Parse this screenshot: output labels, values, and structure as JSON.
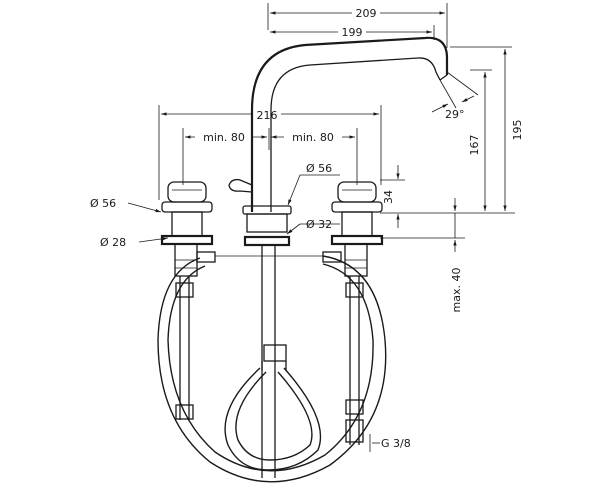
{
  "dimensions": {
    "d209": "209",
    "d199": "199",
    "d216": "216",
    "min80_left": "min. 80",
    "min80_right": "min. 80",
    "angle29": "29°",
    "h195": "195",
    "h167": "167",
    "h34": "34",
    "max40": "max. 40",
    "dia56_left": "Ø 56",
    "dia56_center": "Ø 56",
    "dia32": "Ø 32",
    "dia28": "Ø 28",
    "g38": "G 3/8"
  }
}
